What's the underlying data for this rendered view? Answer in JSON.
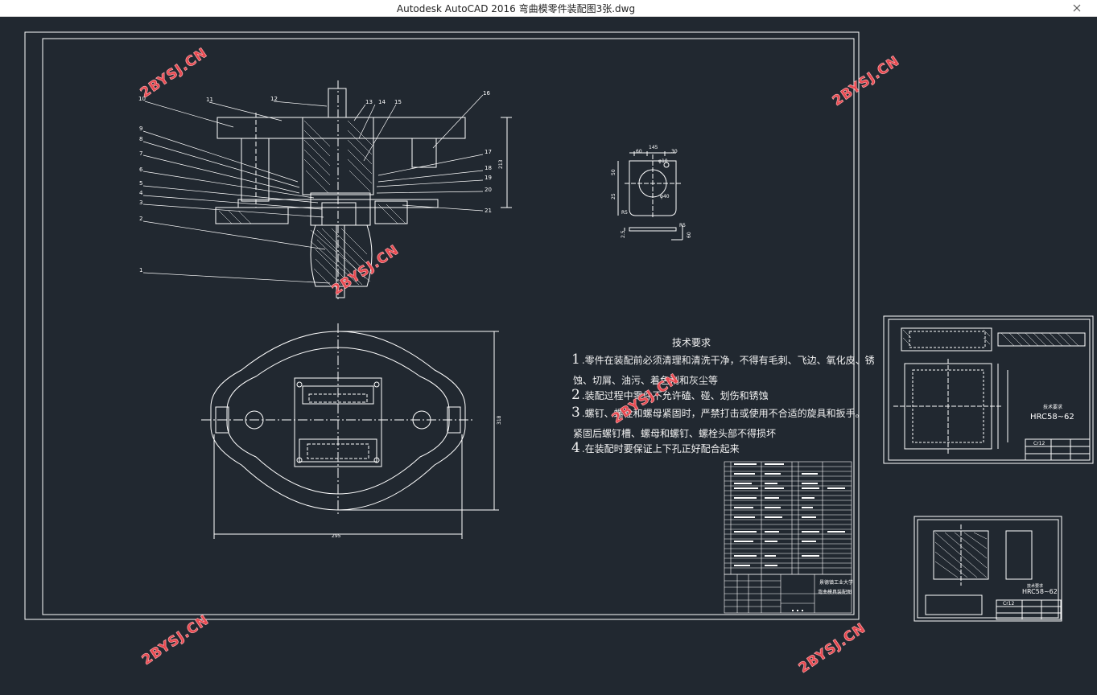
{
  "window": {
    "title": "Autodesk AutoCAD 2016     弯曲模零件装配图3张.dwg"
  },
  "watermark": "2BYSJ.CN",
  "colors": {
    "background": "#212830",
    "line": "#ffffff",
    "watermark": "#e8484f"
  },
  "main_drawing": {
    "part_numbers": [
      "1",
      "2",
      "3",
      "4",
      "5",
      "6",
      "7",
      "8",
      "9",
      "10",
      "11",
      "12",
      "13",
      "14",
      "15",
      "16",
      "17",
      "18",
      "19",
      "20",
      "21"
    ],
    "dims": {
      "height_right": "213",
      "width_bottom": "295",
      "height_plan": "318"
    },
    "detail_dims": {
      "d1": "145",
      "d2": "60",
      "d3": "30",
      "d4": "φ10",
      "d5": "50",
      "d6": "25",
      "d7": "φ40",
      "d8": "R5",
      "d9": "2.5",
      "d10": "60",
      "d11": "R5"
    }
  },
  "tech_requirements": {
    "heading": "技术要求",
    "items": [
      {
        "num": "1",
        "text": ".零件在装配前必须清理和清洗干净，不得有毛刺、飞边、氧化皮、锈"
      },
      {
        "num": "",
        "text": "蚀、切屑、油污、着色剂和灰尘等"
      },
      {
        "num": "2",
        "text": ".装配过程中零件不允许磕、碰、划伤和锈蚀"
      },
      {
        "num": "3",
        "text": ".螺钉、螺栓和螺母紧固时，严禁打击或使用不合适的旋具和扳手。"
      },
      {
        "num": "",
        "text": "紧固后螺钉槽、螺母和螺钉、螺栓头部不得损坏"
      },
      {
        "num": "4",
        "text": ".在装配时要保证上下孔正好配合起来"
      }
    ]
  },
  "title_block": {
    "school": "景德镇工业大学",
    "drawing_name": "弯曲模具装配图"
  },
  "sheet2": {
    "note": "技术要求",
    "hardness": "HRC58~62",
    "material": "Cr12"
  },
  "sheet3": {
    "note": "技术要求",
    "hardness": "HRC58~62",
    "material": "Cr12"
  }
}
